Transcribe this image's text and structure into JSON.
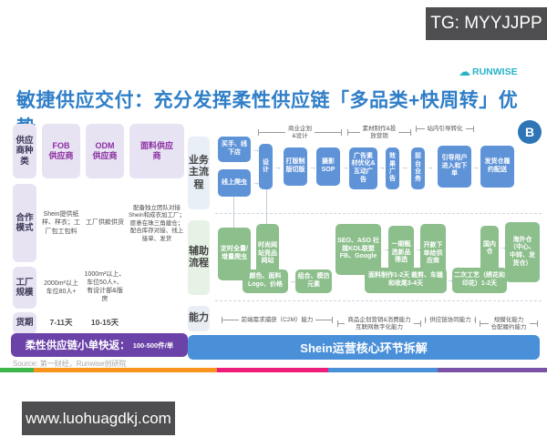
{
  "overlays": {
    "tg_badge": "TG: MYYJJPP",
    "site_badge": "www.luohuagdkj.com"
  },
  "header": {
    "logo_text": "RUNWISE",
    "title": "敏捷供应交付：充分发挥柔性供应链「多品类+快周转」优势",
    "b_badge": "B"
  },
  "supplier_table": {
    "row_headers": [
      "供应商种类",
      "合作模式",
      "工厂规模",
      "货期"
    ],
    "col_headers": [
      "FOB\n供应商",
      "ODM\n供应商",
      "面料供应商"
    ],
    "cooperation": {
      "fob": "Shein提供纸样、样衣；工厂包工包料",
      "odm": "工厂供款供货",
      "fabric": "配备独立团队对接Shein和成衣加工厂；愿意在珠三角建仓；配合库存对接、线上接单、发货"
    },
    "scale": {
      "fob": "2000m²以上 车位80人+",
      "odm": "1000m²以上、车位50人+、有设计部&版房"
    },
    "lead_time": {
      "fob": "7-11天",
      "odm": "10-15天"
    }
  },
  "banner": {
    "label": "柔性供应链小单快返：",
    "value": "100-500件/单"
  },
  "source": "Source: 第一财经，Runwise创研院",
  "flow": {
    "row_labels": [
      "业务主流程",
      "辅助流程",
      "能力"
    ],
    "phases": [
      "商业企划\n&设计",
      "素材制作&投\n放营销",
      "站内引导转化"
    ],
    "main": [
      "买手、线下店",
      "线上爬虫",
      "设计",
      "打版制版切版",
      "摄影SOP",
      "广告素材优化&互动广告",
      "效果广告",
      "前台业务",
      "引导用户进入和下单",
      "发货仓履约配送"
    ],
    "aux": [
      "定时全量/增量爬虫",
      "时尚网站竞品网站",
      "颜色、面料Logo、价格",
      "组合、模仿元素",
      "SEO、ASO 社媒KOL联盟 FB、Google",
      "一期甄选新品筛选",
      "开款下单给供应商",
      "国内仓",
      "海外仓（中心、中转、发货仓）",
      "面料制作1-2天 裁剪、车缝和收尾3-4天",
      "二次工艺（绣花和印花）1-2天"
    ],
    "capabilities": [
      "前端需求捕获（C2M）能力",
      "商品企划营销&消费能力\n互联网数字化能力",
      "供应链协同能力",
      "规模化能力\n仓配履约能力"
    ],
    "bottom_banner": "Shein运营核心环节拆解"
  },
  "colors": {
    "title_blue": "#2f7ec7",
    "box_blue": "#5f93d8",
    "box_green": "#8cbf8c",
    "purple_banner": "#6b42a8",
    "blue_banner": "#4a90d9",
    "logo_teal": "#27b2c8",
    "stripe": [
      "#3cb54a",
      "#f7941d",
      "#ec1e79",
      "#4a90d9",
      "#7a52a8"
    ]
  }
}
